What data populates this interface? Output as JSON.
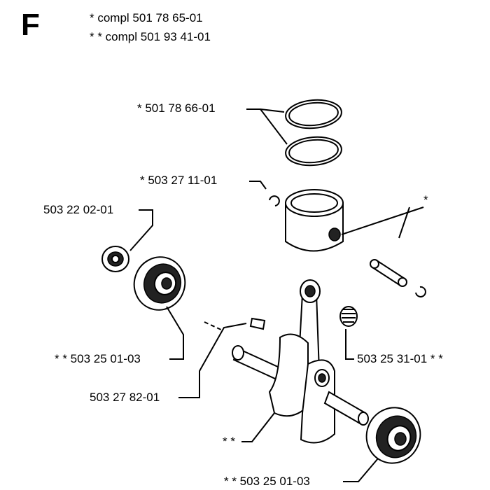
{
  "section_letter": "F",
  "header": {
    "line1": "*  compl 501 78 65-01",
    "line2": "* *  compl 501 93 41-01"
  },
  "labels": {
    "rings": "*  501 78 66-01",
    "circlip": "*  503 27 11-01",
    "needle_top": "503 22 02-01",
    "pin_star": "*",
    "bearing_left": "* *  503 25 01-03",
    "bearing_right": "503 25 31-01  * *",
    "key": "503 27 82-01",
    "crank": "* *",
    "bearing_bottom": "* *  503 25 01-03"
  }
}
